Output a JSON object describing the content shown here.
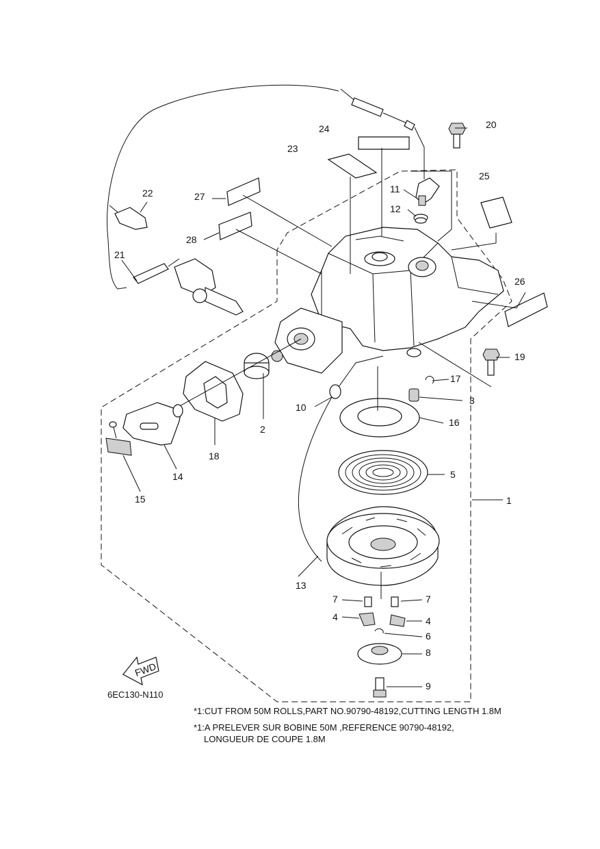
{
  "diagram_code": "6EC130-N110",
  "fwd_label": "FWD",
  "notes": {
    "en": "*1:CUT FROM 50M ROLLS,PART NO.90790-48192,CUTTING LENGTH 1.8M",
    "fr_line1": "*1:A PRELEVER SUR BOBINE 50M ,REFERENCE 90790-48192,",
    "fr_line2": "LONGUEUR DE COUPE 1.8M"
  },
  "callouts": {
    "c1": "1",
    "c2": "2",
    "c3": "3",
    "c4a": "4",
    "c4b": "4",
    "c5": "5",
    "c6": "6",
    "c7a": "7",
    "c7b": "7",
    "c8": "8",
    "c9": "9",
    "c10": "10",
    "c11": "11",
    "c12": "12",
    "c13": "13",
    "c14": "14",
    "c15": "15",
    "c16": "16",
    "c17": "17",
    "c18": "18",
    "c19": "19",
    "c20": "20",
    "c21": "21",
    "c22": "22",
    "c23": "23",
    "c24": "24",
    "c25": "25",
    "c26": "26",
    "c27": "27",
    "c28": "28"
  }
}
